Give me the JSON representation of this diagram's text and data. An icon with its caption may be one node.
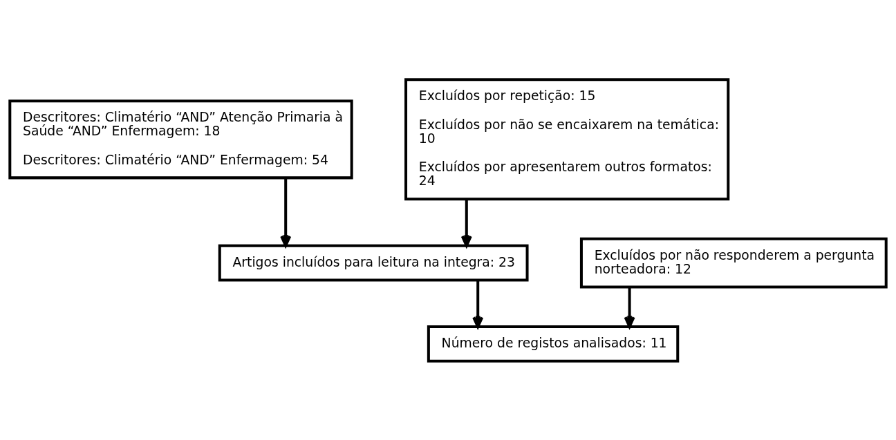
{
  "diagram": {
    "nodes": [
      {
        "text": [
          "Descritores: Climatério “AND” Atenção Primaria à Saúde “AND” Enfermagem: 18",
          "Descritores: Climatério “AND” Enfermagem: 54"
        ]
      },
      {
        "text": [
          "Excluídos por repetição: 15",
          "Excluídos por não se encaixarem na temática: 10",
          "Excluídos por apresentarem outros formatos: 24"
        ]
      },
      {
        "text": [
          "Artigos incluídos para leitura na integra: 23"
        ]
      },
      {
        "text": [
          "Excluídos por não responderem a pergunta norteadora: 12"
        ]
      },
      {
        "text": [
          "Número de registos analisados: 11"
        ]
      }
    ],
    "edges": [
      {
        "from": 0,
        "to": 2,
        "arrow": "to"
      },
      {
        "from": 1,
        "to": 2,
        "arrow": "to"
      },
      {
        "from": 2,
        "to": 4,
        "arrow": "to"
      },
      {
        "from": 3,
        "to": 4,
        "arrow": "to"
      }
    ]
  }
}
